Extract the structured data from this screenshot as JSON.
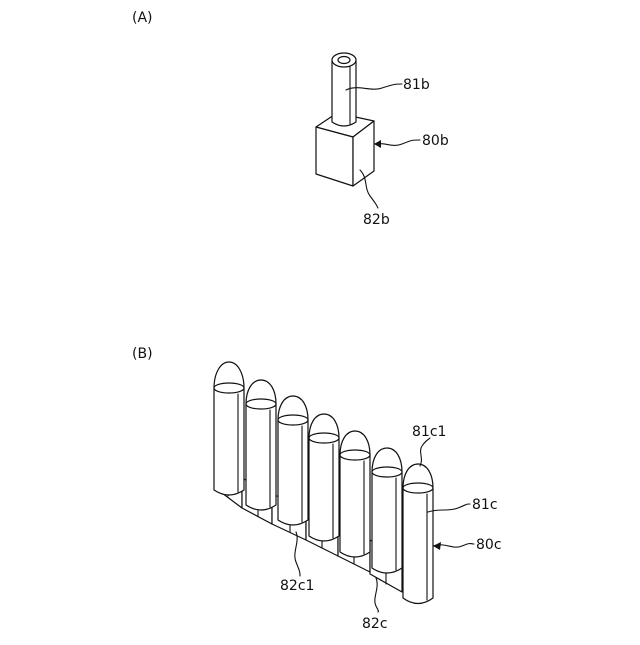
{
  "figure_a": {
    "caption": "(A)",
    "labels": {
      "pin": "81b",
      "whole": "80b",
      "base": "82b"
    }
  },
  "figure_b": {
    "caption": "(B)",
    "labels": {
      "pin_tip": "81c1",
      "pin": "81c",
      "whole": "80c",
      "base_segment": "82c1",
      "base": "82c"
    }
  }
}
